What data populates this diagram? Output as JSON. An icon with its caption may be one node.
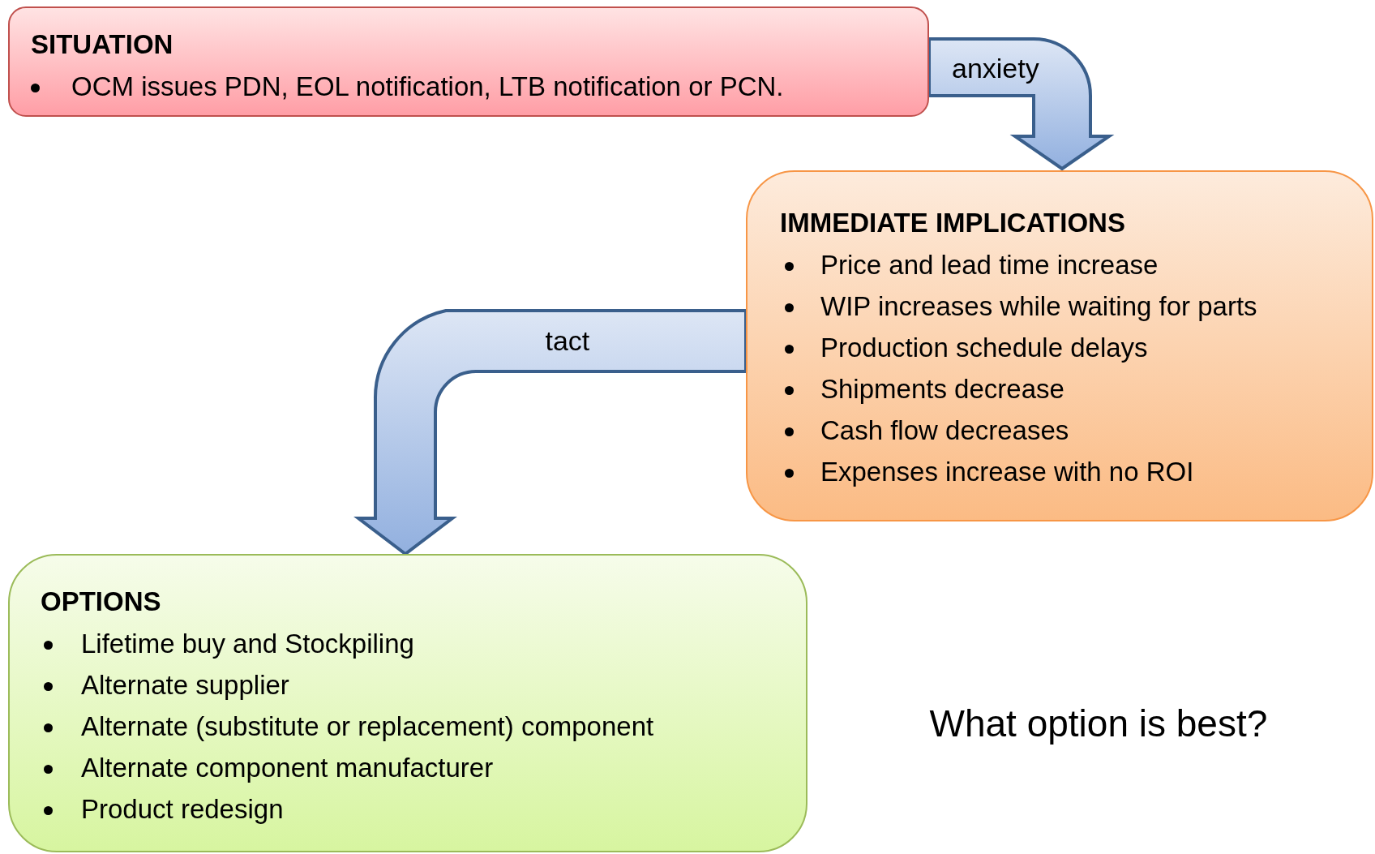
{
  "diagram": {
    "nodes": [
      {
        "text": [
          "SITUATION",
          "OCM issues PDN, EOL notification, LTB notification or PCN."
        ]
      },
      {
        "text": [
          "IMMEDIATE IMPLICATIONS",
          "Price and lead time increase",
          "WIP increases while waiting for parts",
          "Production schedule delays",
          "Shipments decrease",
          "Cash flow decreases",
          "Expenses increase with no ROI"
        ]
      },
      {
        "text": [
          "OPTIONS",
          "Lifetime buy and Stockpiling",
          "Alternate supplier",
          "Alternate (substitute or replacement) component",
          "Alternate component manufacturer",
          "Product redesign"
        ]
      }
    ],
    "edges": [
      {
        "from": 0,
        "to": 1,
        "arrow": "to",
        "label": "anxiety"
      },
      {
        "from": 1,
        "to": 2,
        "arrow": "to",
        "label": "tact"
      }
    ],
    "labels": [
      "What option is best?"
    ]
  }
}
